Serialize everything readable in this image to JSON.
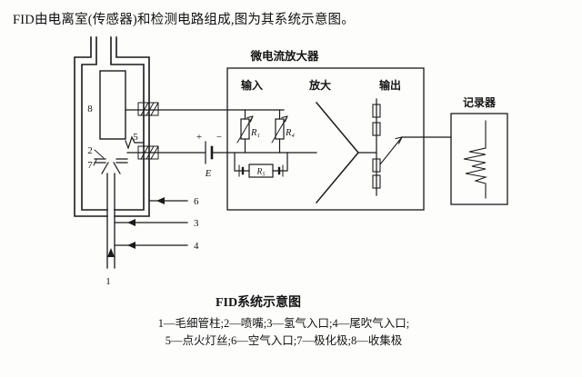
{
  "intro": {
    "text": "FID由电离室(传感器)和检测电路组成,图为其系统示意图。"
  },
  "amplifier": {
    "title": "微电流放大器",
    "input_label": "输入",
    "gain_label": "放大",
    "output_label": "输出",
    "r1": "R₁",
    "r4": "R₄",
    "r5": "R₅",
    "battery": "E",
    "plus": "+",
    "minus": "−"
  },
  "recorder": {
    "label": "记录器"
  },
  "chamber": {
    "collector_num": "8",
    "nozzle_num": "2",
    "polarizer_num": "7",
    "filament_num": "5",
    "air_num": "6",
    "hydrogen_num": "3",
    "makeup_num": "4",
    "column_num": "1"
  },
  "caption": {
    "title": "FID系统示意图",
    "legend_line1": "1—毛细管柱;2—喷嘴;3—氢气入口;4—尾吹气入口;",
    "legend_line2": "5—点火灯丝;6—空气入口;7—极化极;8—收集极"
  }
}
